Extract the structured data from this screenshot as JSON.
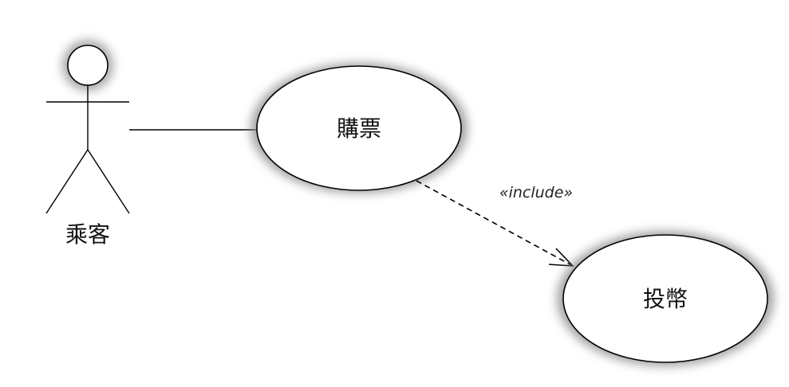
{
  "diagram": {
    "actor": {
      "label": "乘客"
    },
    "use_cases": [
      {
        "id": "buy-ticket",
        "label": "購票"
      },
      {
        "id": "insert-coin",
        "label": "投幣"
      }
    ],
    "relations": [
      {
        "type": "association",
        "from": "actor",
        "to": "buy-ticket"
      },
      {
        "type": "include",
        "from": "buy-ticket",
        "to": "insert-coin",
        "label": "«include»"
      }
    ],
    "colors": {
      "stroke": "#000000",
      "fill": "#ffffff",
      "shadow": "#8c8c8c"
    }
  }
}
